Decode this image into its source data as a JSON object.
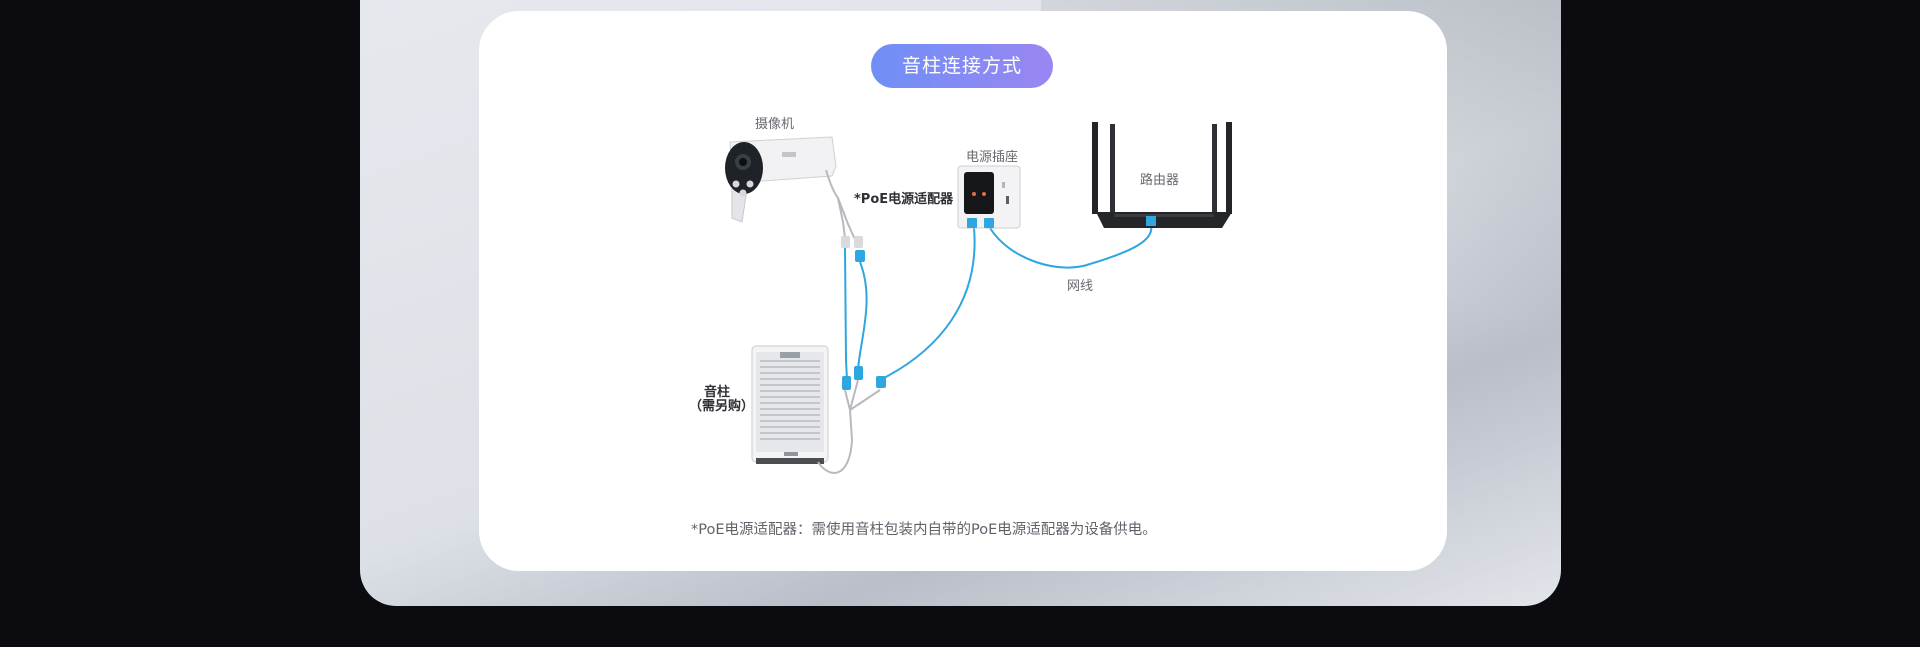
{
  "title": "音柱连接方式",
  "labels": {
    "camera": "摄像机",
    "poe_adapter": "*PoE电源适配器",
    "power_socket": "电源插座",
    "router": "路由器",
    "network_cable": "网线",
    "speaker": "音柱",
    "speaker_note": "（需另购）"
  },
  "footnote": "*PoE电源适配器：需使用音柱包装内自带的PoE电源适配器为设备供电。",
  "colors": {
    "pill_start": "#6f8ff6",
    "pill_end": "#9a86f2",
    "cable": "#2ea6e0"
  },
  "icons": [
    "camera-icon",
    "power-socket-icon",
    "router-icon",
    "speaker-icon",
    "poe-adapter-icon"
  ]
}
